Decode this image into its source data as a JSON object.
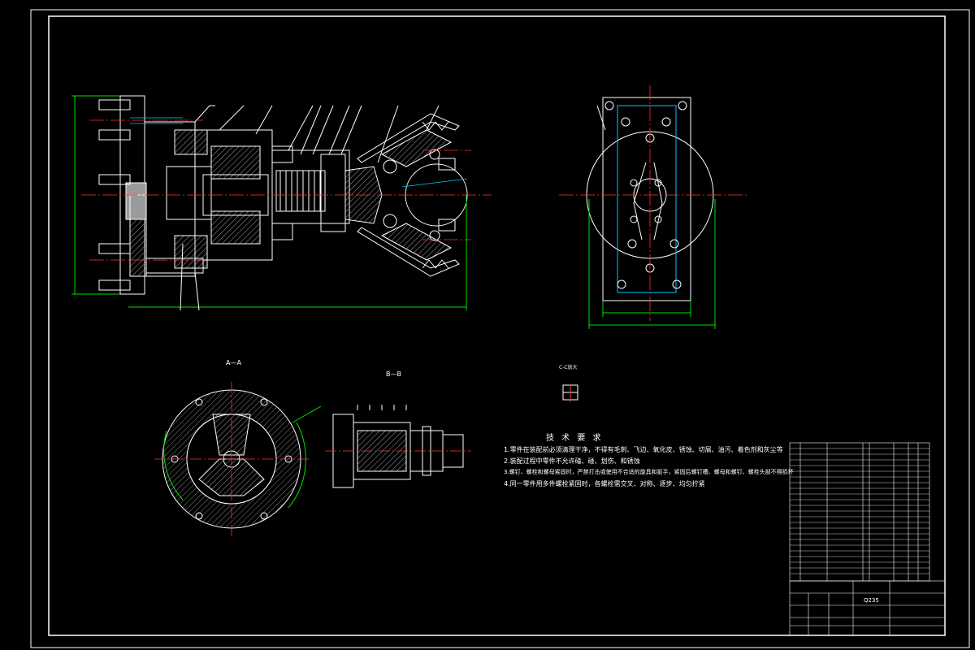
{
  "drawing": {
    "section_a_label": "A—A",
    "section_b_label": "B—B",
    "detail_label": "C-C放大",
    "notes_title": "技 术 要 求",
    "notes": [
      "1.零件在装配前必须清理干净，不得有毛刺、飞边、氧化皮、锈蚀、切屑、油污、着色剂和灰尘等",
      "2.装配过程中零件不允许磕、碰、划伤、和锈蚀",
      "3.螺钉、螺栓和螺母紧固时，严禁打击或使用不合适的旋具和扳手，紧固后螺钉槽、螺母和螺钉、螺栓头部不得损坏",
      "4.同一零件用多件螺栓紧固时，各螺栓需交叉、对称、逐步、均匀拧紧"
    ],
    "material": "Q235"
  },
  "colors": {
    "background": "#000000",
    "outline": "#ffffff",
    "centerline": "#ff3030",
    "dimension": "#00e000",
    "hidden": "#00c8ff",
    "hatch": "#a0a0a0"
  }
}
